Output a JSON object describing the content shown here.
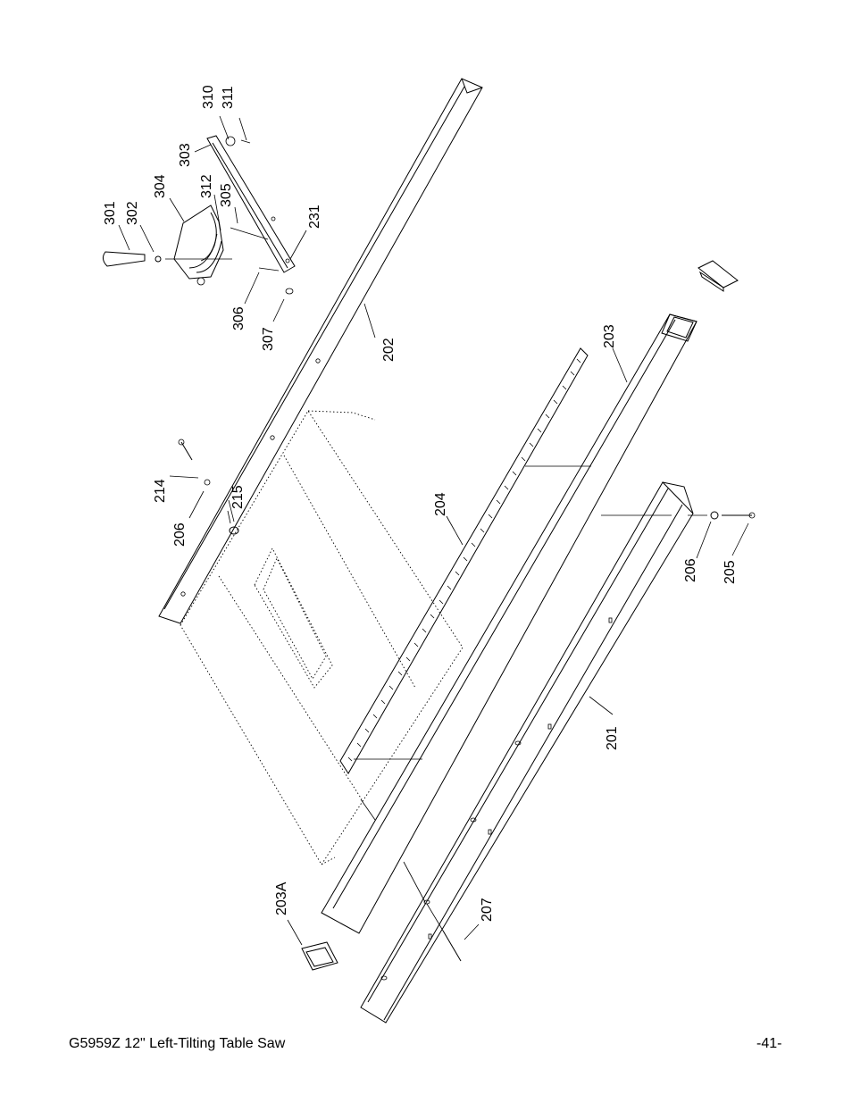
{
  "footer": {
    "title": "G5959Z 12\" Left-Tilting Table Saw",
    "page": "-41-"
  },
  "callouts": {
    "c310": "310",
    "c311": "311",
    "c303": "303",
    "c304": "304",
    "c312": "312",
    "c305": "305",
    "c301": "301",
    "c302": "302",
    "c231": "231",
    "c306": "306",
    "c307": "307",
    "c202": "202",
    "c203": "203",
    "c204": "204",
    "c214": "214",
    "c215": "215",
    "c206a": "206",
    "c206b": "206",
    "c205": "205",
    "c201": "201",
    "c203a": "203A",
    "c207": "207"
  }
}
